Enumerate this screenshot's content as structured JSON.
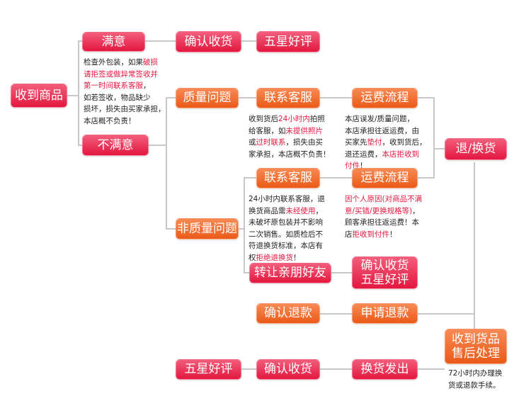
{
  "colors": {
    "pink": "#e8264b",
    "orange": "#f06a2a",
    "line": "#c8c8c8",
    "highlight": "#e3173f"
  },
  "nodes": {
    "received": "收到商品",
    "satisfied": "满意",
    "confirm_receipt_1": "确认收货",
    "five_star_1": "五星好评",
    "unsatisfied": "不满意",
    "quality_issue": "质量问题",
    "contact_service_1": "联系客服",
    "shipping_flow_1": "运费流程",
    "return_exchange": "退/换货",
    "contact_service_2": "联系客服",
    "shipping_flow_2": "运费流程",
    "non_quality_issue": "非质量问题",
    "transfer_friends": "转让亲朋好友",
    "confirm_five_star": "确认收货\n五星好评",
    "confirm_refund": "确认退款",
    "apply_refund": "申请退款",
    "after_sales": "收到货品\n售后处理",
    "five_star_2": "五星好评",
    "confirm_receipt_2": "确认收货",
    "exchange_shipped": "换货发出"
  },
  "notes": {
    "inspect": [
      {
        "t": "检查外包装，如果"
      },
      {
        "t": "破损\n请拒签或做异常签收并\n第一时间联系客服",
        "hl": true
      },
      {
        "t": "，\n如若签收，物品缺少\n损坏，损失由买家承担，\n本店概不负责！"
      }
    ],
    "quality_contact": [
      {
        "t": "收到货后"
      },
      {
        "t": "24小时内",
        "hl": true
      },
      {
        "t": "拍照\n给客服，如"
      },
      {
        "t": "未提供照片",
        "hl": true
      },
      {
        "t": "\n或"
      },
      {
        "t": "过时联系",
        "hl": true
      },
      {
        "t": "，损失由买\n家承担，本店概不负责！"
      }
    ],
    "quality_shipping": [
      {
        "t": "本店误发/质量问题，\n本店承担往返运费，由\n买家先"
      },
      {
        "t": "垫付",
        "hl": true
      },
      {
        "t": "，收到货后，\n退还运费，"
      },
      {
        "t": "本店拒收到\n付件",
        "hl": true
      },
      {
        "t": "！"
      }
    ],
    "nonquality_contact": [
      {
        "t": "24小时内联系客服，退\n换货商品需"
      },
      {
        "t": "未经使用",
        "hl": true
      },
      {
        "t": "，\n未破坏原包装并不影响\n二次销售。如质检后不\n符退换货标准，本店有\n权"
      },
      {
        "t": "拒绝退换货",
        "hl": true
      },
      {
        "t": "！"
      }
    ],
    "nonquality_shipping": [
      {
        "t": "因个人原因(对商品不满\n意/买错/更换规格等)",
        "hl": true
      },
      {
        "t": "，\n顾客承担往返运费！本\n店"
      },
      {
        "t": "拒收到付件",
        "hl": true
      },
      {
        "t": "！"
      }
    ],
    "after_sales": [
      {
        "t": "72小时内办理换\n货或退款手续。"
      }
    ]
  }
}
